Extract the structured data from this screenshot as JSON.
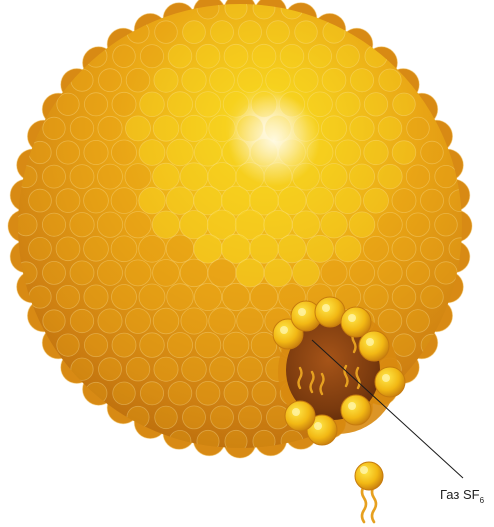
{
  "diagram": {
    "annotation": {
      "text": "Газ SF",
      "subscript": "6"
    },
    "colors": {
      "sphere_outer": "#c27410",
      "sphere_mid": "#e39b14",
      "sphere_core": "#f6c21a",
      "highlight": "#fff1c8",
      "bead_dark": "#b86a0c",
      "bead_light": "#ffe84a",
      "cavity": "#7a3a0e",
      "tail": "#e6a020",
      "leader_line": "#1a1a1a"
    },
    "icons": {
      "bubble": "microbubble-sphere",
      "molecule": "phospholipid-molecule"
    }
  }
}
